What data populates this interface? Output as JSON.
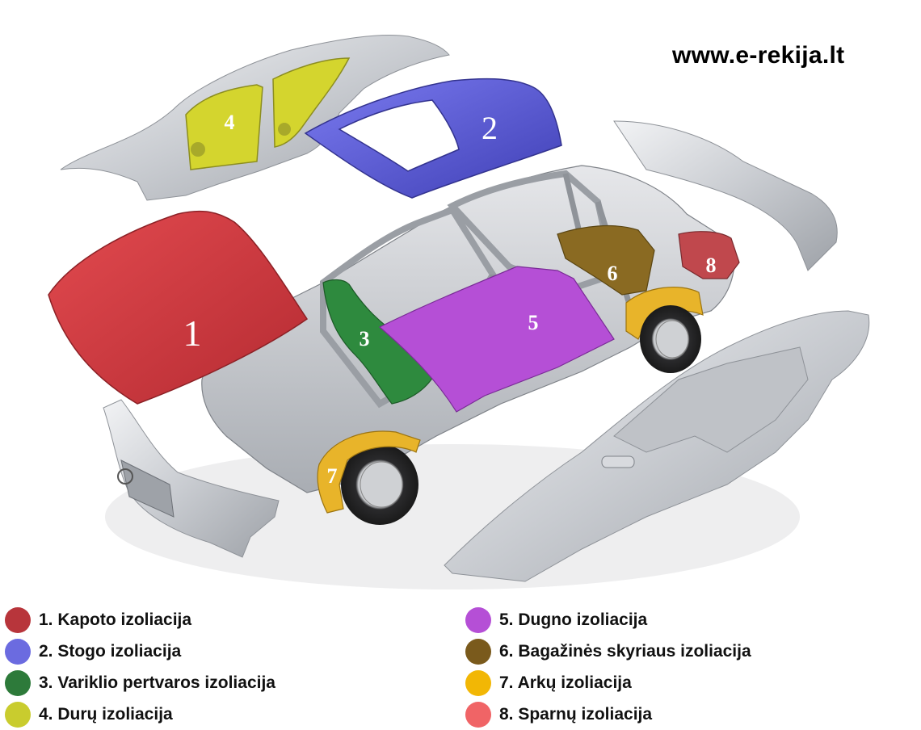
{
  "watermark": "www.e-rekija.lt",
  "markers": [
    "1",
    "2",
    "3",
    "4",
    "5",
    "6",
    "7",
    "8"
  ],
  "legend": {
    "left": [
      {
        "label": "1. Kapoto izoliacija",
        "color": "#b8353b"
      },
      {
        "label": "2. Stogo izoliacija",
        "color": "#6b6be0"
      },
      {
        "label": "3. Variklio pertvaros izoliacija",
        "color": "#2d7a3a"
      },
      {
        "label": "4. Durų izoliacija",
        "color": "#c9cc2e"
      }
    ],
    "right": [
      {
        "label": "5. Dugno izoliacija",
        "color": "#b54fd6"
      },
      {
        "label": "6. Bagažinės skyriaus izoliacija",
        "color": "#7a5a1c"
      },
      {
        "label": "7. Arkų izoliacija",
        "color": "#f2b705"
      },
      {
        "label": "8. Sparnų izoliacija",
        "color": "#f06466"
      }
    ]
  }
}
